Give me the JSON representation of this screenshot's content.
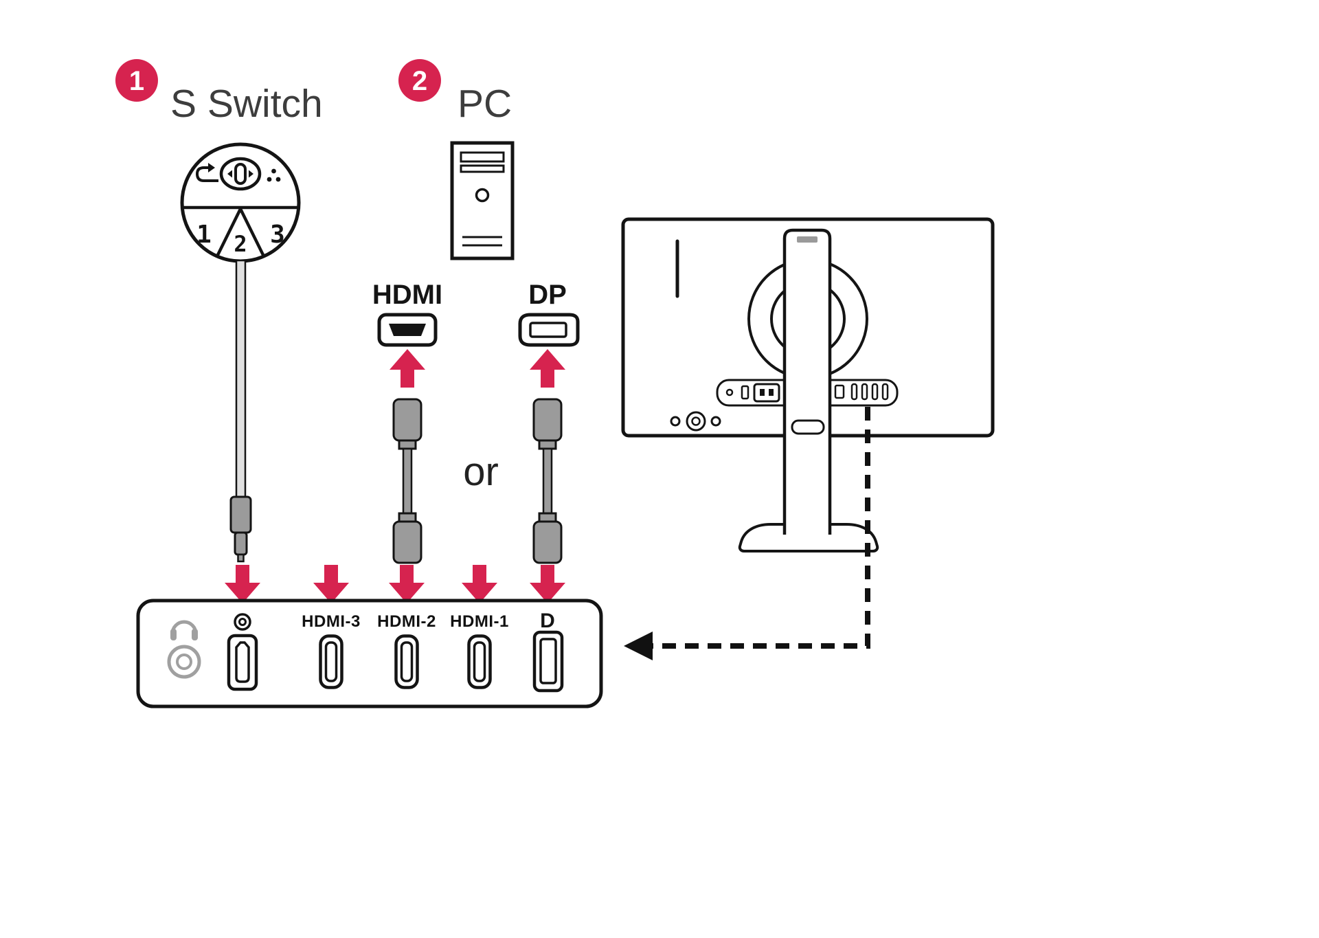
{
  "colors": {
    "accent": "#d6234f",
    "ink": "#141414",
    "gray": "#9a9a9a"
  },
  "step1": {
    "number": "1",
    "label": "S Switch"
  },
  "step2": {
    "number": "2",
    "label": "PC"
  },
  "sswitch_dial": {
    "sector1": "1",
    "sector2": "2",
    "sector3": "3"
  },
  "cable_labels": {
    "hdmi": "HDMI",
    "dp": "DP",
    "or": "or"
  },
  "rear_panel": {
    "port_labels": [
      "HDMI-3",
      "HDMI-2",
      "HDMI-1"
    ],
    "dp_glyph": "D"
  }
}
